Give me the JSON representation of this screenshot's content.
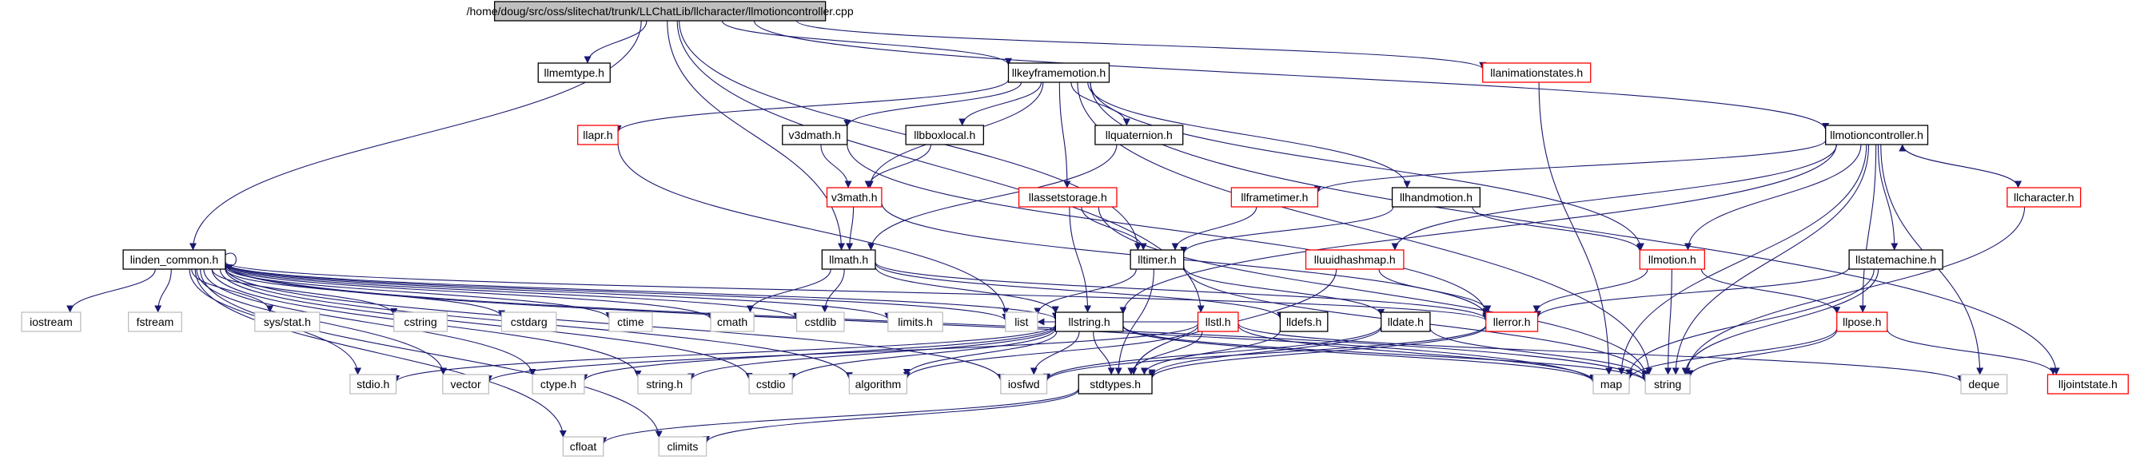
{
  "diagram": {
    "nodes": [
      {
        "id": "root",
        "label": "/home/doug/src/oss/slitechat/trunk/LLChatLib/llcharacter/llmotioncontroller.cpp",
        "style": "root"
      },
      {
        "id": "llmemtype",
        "label": "llmemtype.h",
        "style": "normal"
      },
      {
        "id": "llkeyframemotion",
        "label": "llkeyframemotion.h",
        "style": "normal"
      },
      {
        "id": "llanimationstates",
        "label": "llanimationstates.h",
        "style": "red"
      },
      {
        "id": "llapr",
        "label": "llapr.h",
        "style": "red"
      },
      {
        "id": "v3dmath",
        "label": "v3dmath.h",
        "style": "normal"
      },
      {
        "id": "llbboxlocal",
        "label": "llbboxlocal.h",
        "style": "normal"
      },
      {
        "id": "llquaternion",
        "label": "llquaternion.h",
        "style": "normal"
      },
      {
        "id": "llmotioncontroller",
        "label": "llmotioncontroller.h",
        "style": "normal"
      },
      {
        "id": "v3math",
        "label": "v3math.h",
        "style": "red"
      },
      {
        "id": "llassetstorage",
        "label": "llassetstorage.h",
        "style": "red"
      },
      {
        "id": "llframetimer",
        "label": "llframetimer.h",
        "style": "red"
      },
      {
        "id": "llhandmotion",
        "label": "llhandmotion.h",
        "style": "normal"
      },
      {
        "id": "llcharacter",
        "label": "llcharacter.h",
        "style": "red"
      },
      {
        "id": "linden_common",
        "label": "linden_common.h",
        "style": "normal"
      },
      {
        "id": "llmath",
        "label": "llmath.h",
        "style": "normal"
      },
      {
        "id": "lltimer",
        "label": "lltimer.h",
        "style": "normal"
      },
      {
        "id": "lluuidhashmap",
        "label": "lluuidhashmap.h",
        "style": "red"
      },
      {
        "id": "llmotion",
        "label": "llmotion.h",
        "style": "red"
      },
      {
        "id": "llstatemachine",
        "label": "llstatemachine.h",
        "style": "normal"
      },
      {
        "id": "iostream",
        "label": "iostream",
        "style": "grey"
      },
      {
        "id": "fstream",
        "label": "fstream",
        "style": "grey"
      },
      {
        "id": "sysstat",
        "label": "sys/stat.h",
        "style": "grey"
      },
      {
        "id": "cstring",
        "label": "cstring",
        "style": "grey"
      },
      {
        "id": "cstdarg",
        "label": "cstdarg",
        "style": "grey"
      },
      {
        "id": "ctime",
        "label": "ctime",
        "style": "grey"
      },
      {
        "id": "cmath",
        "label": "cmath",
        "style": "grey"
      },
      {
        "id": "cstdlib",
        "label": "cstdlib",
        "style": "grey"
      },
      {
        "id": "limits",
        "label": "limits.h",
        "style": "grey"
      },
      {
        "id": "list",
        "label": "list",
        "style": "grey"
      },
      {
        "id": "llstring",
        "label": "llstring.h",
        "style": "normal"
      },
      {
        "id": "llstl",
        "label": "llstl.h",
        "style": "red"
      },
      {
        "id": "lldefs",
        "label": "lldefs.h",
        "style": "normal"
      },
      {
        "id": "lldate",
        "label": "lldate.h",
        "style": "normal"
      },
      {
        "id": "llerror",
        "label": "llerror.h",
        "style": "red"
      },
      {
        "id": "llpose",
        "label": "llpose.h",
        "style": "red"
      },
      {
        "id": "stdio",
        "label": "stdio.h",
        "style": "grey"
      },
      {
        "id": "vector",
        "label": "vector",
        "style": "grey"
      },
      {
        "id": "ctype",
        "label": "ctype.h",
        "style": "grey"
      },
      {
        "id": "stringh",
        "label": "string.h",
        "style": "grey"
      },
      {
        "id": "cstdio",
        "label": "cstdio",
        "style": "grey"
      },
      {
        "id": "algorithm",
        "label": "algorithm",
        "style": "grey"
      },
      {
        "id": "iosfwd",
        "label": "iosfwd",
        "style": "grey"
      },
      {
        "id": "stdtypes",
        "label": "stdtypes.h",
        "style": "normal"
      },
      {
        "id": "map",
        "label": "map",
        "style": "grey"
      },
      {
        "id": "string",
        "label": "string",
        "style": "grey"
      },
      {
        "id": "deque",
        "label": "deque",
        "style": "grey"
      },
      {
        "id": "lljointstate",
        "label": "lljointstate.h",
        "style": "red"
      },
      {
        "id": "cfloat",
        "label": "cfloat",
        "style": "grey"
      },
      {
        "id": "climits",
        "label": "climits",
        "style": "grey"
      }
    ],
    "edges": [
      [
        "root",
        "llmemtype"
      ],
      [
        "root",
        "llkeyframemotion"
      ],
      [
        "root",
        "llanimationstates"
      ],
      [
        "root",
        "llmotioncontroller"
      ],
      [
        "root",
        "linden_common"
      ],
      [
        "root",
        "llmath"
      ],
      [
        "root",
        "lltimer"
      ],
      [
        "root",
        "llstl"
      ],
      [
        "llkeyframemotion",
        "llapr"
      ],
      [
        "llkeyframemotion",
        "v3dmath"
      ],
      [
        "llkeyframemotion",
        "llbboxlocal"
      ],
      [
        "llkeyframemotion",
        "llquaternion"
      ],
      [
        "llkeyframemotion",
        "v3math"
      ],
      [
        "llkeyframemotion",
        "llassetstorage"
      ],
      [
        "llkeyframemotion",
        "llhandmotion"
      ],
      [
        "llkeyframemotion",
        "llmotion"
      ],
      [
        "llkeyframemotion",
        "string"
      ],
      [
        "llkeyframemotion",
        "lljointstate"
      ],
      [
        "llanimationstates",
        "map"
      ],
      [
        "llapr",
        "list"
      ],
      [
        "v3dmath",
        "v3math"
      ],
      [
        "v3dmath",
        "llerror"
      ],
      [
        "llbboxlocal",
        "v3math"
      ],
      [
        "llquaternion",
        "llmath"
      ],
      [
        "v3math",
        "llmath"
      ],
      [
        "v3math",
        "llerror"
      ],
      [
        "llassetstorage",
        "lltimer"
      ],
      [
        "llassetstorage",
        "llstring"
      ],
      [
        "llassetstorage",
        "string"
      ],
      [
        "llhandmotion",
        "lltimer"
      ],
      [
        "llhandmotion",
        "llmotion"
      ],
      [
        "llframetimer",
        "lltimer"
      ],
      [
        "llmotioncontroller",
        "llframetimer"
      ],
      [
        "llmotioncontroller",
        "llcharacter"
      ],
      [
        "llmotioncontroller",
        "lluuidhashmap"
      ],
      [
        "llmotioncontroller",
        "llmotion"
      ],
      [
        "llmotioncontroller",
        "llstatemachine"
      ],
      [
        "llmotioncontroller",
        "llpose"
      ],
      [
        "llmotioncontroller",
        "map"
      ],
      [
        "llmotioncontroller",
        "string"
      ],
      [
        "llmotioncontroller",
        "deque"
      ],
      [
        "llmotioncontroller",
        "llstring"
      ],
      [
        "llcharacter",
        "llmotioncontroller"
      ],
      [
        "llcharacter",
        "string"
      ],
      [
        "linden_common",
        "iostream"
      ],
      [
        "linden_common",
        "fstream"
      ],
      [
        "linden_common",
        "sysstat"
      ],
      [
        "linden_common",
        "cstring"
      ],
      [
        "linden_common",
        "cstdarg"
      ],
      [
        "linden_common",
        "ctime"
      ],
      [
        "linden_common",
        "cmath"
      ],
      [
        "linden_common",
        "cstdlib"
      ],
      [
        "linden_common",
        "limits"
      ],
      [
        "linden_common",
        "list"
      ],
      [
        "linden_common",
        "llstring"
      ],
      [
        "linden_common",
        "llerror"
      ],
      [
        "linden_common",
        "stdio"
      ],
      [
        "linden_common",
        "vector"
      ],
      [
        "linden_common",
        "ctype"
      ],
      [
        "linden_common",
        "stringh"
      ],
      [
        "linden_common",
        "cstdio"
      ],
      [
        "linden_common",
        "algorithm"
      ],
      [
        "linden_common",
        "iosfwd"
      ],
      [
        "linden_common",
        "map"
      ],
      [
        "linden_common",
        "string"
      ],
      [
        "linden_common",
        "cfloat"
      ],
      [
        "linden_common",
        "climits"
      ],
      [
        "linden_common",
        "linden_common"
      ],
      [
        "llmath",
        "cmath"
      ],
      [
        "llmath",
        "cstdlib"
      ],
      [
        "llmath",
        "llstring"
      ],
      [
        "llmath",
        "lldefs"
      ],
      [
        "llmath",
        "llerror"
      ],
      [
        "lltimer",
        "list"
      ],
      [
        "lltimer",
        "lldate"
      ],
      [
        "lltimer",
        "stdtypes"
      ],
      [
        "lltimer",
        "string"
      ],
      [
        "lluuidhashmap",
        "llerror"
      ],
      [
        "lluuidhashmap",
        "stdtypes"
      ],
      [
        "llmotion",
        "llerror"
      ],
      [
        "llmotion",
        "string"
      ],
      [
        "llmotion",
        "llpose"
      ],
      [
        "llstatemachine",
        "llerror"
      ],
      [
        "llstatemachine",
        "map"
      ],
      [
        "llstatemachine",
        "string"
      ],
      [
        "llstring",
        "stdio"
      ],
      [
        "llstring",
        "ctype"
      ],
      [
        "llstring",
        "stringh"
      ],
      [
        "llstring",
        "cstdio"
      ],
      [
        "llstring",
        "algorithm"
      ],
      [
        "llstring",
        "iosfwd"
      ],
      [
        "llstring",
        "stdtypes"
      ],
      [
        "llstring",
        "map"
      ],
      [
        "llstring",
        "string"
      ],
      [
        "llstl",
        "algorithm"
      ],
      [
        "llstl",
        "map"
      ],
      [
        "llstl",
        "vector"
      ],
      [
        "llstl",
        "list"
      ],
      [
        "llstl",
        "deque"
      ],
      [
        "llstl",
        "stdtypes"
      ],
      [
        "lldefs",
        "stdtypes"
      ],
      [
        "lldate",
        "iosfwd"
      ],
      [
        "lldate",
        "stdtypes"
      ],
      [
        "lldate",
        "string"
      ],
      [
        "llerror",
        "stdtypes"
      ],
      [
        "llerror",
        "iosfwd"
      ],
      [
        "llpose",
        "map"
      ],
      [
        "llpose",
        "string"
      ],
      [
        "llpose",
        "lljointstate"
      ],
      [
        "stdtypes",
        "cfloat"
      ],
      [
        "stdtypes",
        "climits"
      ]
    ]
  }
}
